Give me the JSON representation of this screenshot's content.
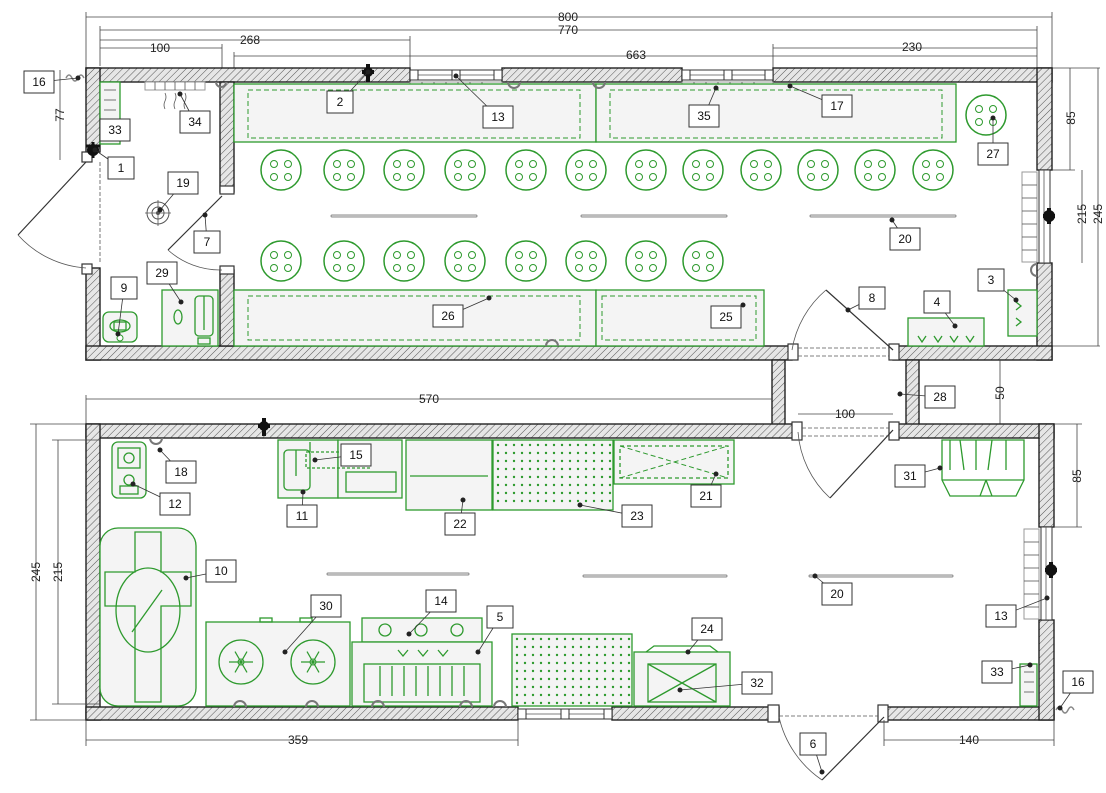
{
  "labels": [
    "1",
    "2",
    "3",
    "4",
    "5",
    "6",
    "7",
    "8",
    "9",
    "10",
    "11",
    "12",
    "13",
    "13",
    "14",
    "15",
    "16",
    "16",
    "17",
    "18",
    "19",
    "20",
    "20",
    "21",
    "22",
    "23",
    "24",
    "25",
    "26",
    "27",
    "28",
    "29",
    "30",
    "31",
    "32",
    "33",
    "33",
    "34",
    "35"
  ],
  "dimensions": {
    "top_total": "800",
    "top_inner": "770",
    "seg_100": "100",
    "seg_268": "268",
    "seg_663": "663",
    "seg_230": "230",
    "left_77": "77",
    "right_85_top": "85",
    "right_215_top": "215",
    "right_245_top": "245",
    "corridor_50": "50",
    "corridor_100": "100",
    "mid_570": "570",
    "left_245": "245",
    "left_215": "215",
    "right_85_bottom": "85",
    "bottom_359": "359",
    "bottom_140": "140"
  }
}
